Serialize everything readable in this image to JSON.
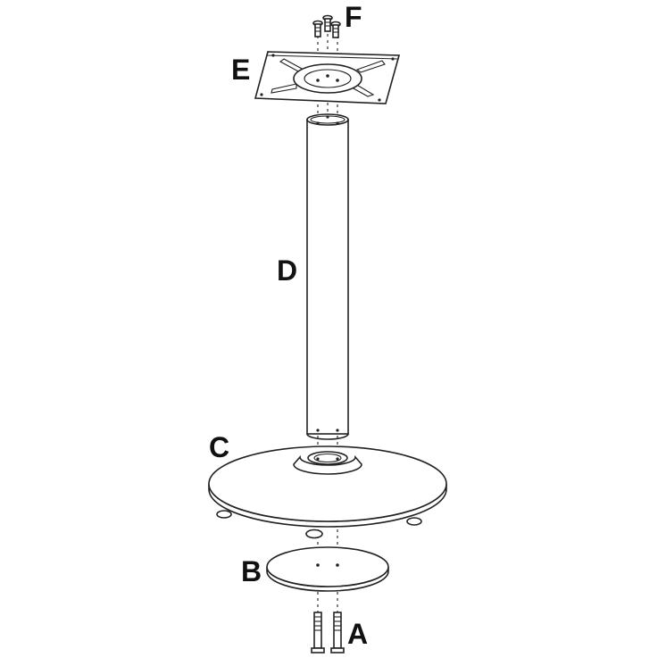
{
  "labels": {
    "A": "A",
    "B": "B",
    "C": "C",
    "D": "D",
    "E": "E",
    "F": "F"
  },
  "colors": {
    "stroke": "#222222",
    "background": "#ffffff"
  }
}
